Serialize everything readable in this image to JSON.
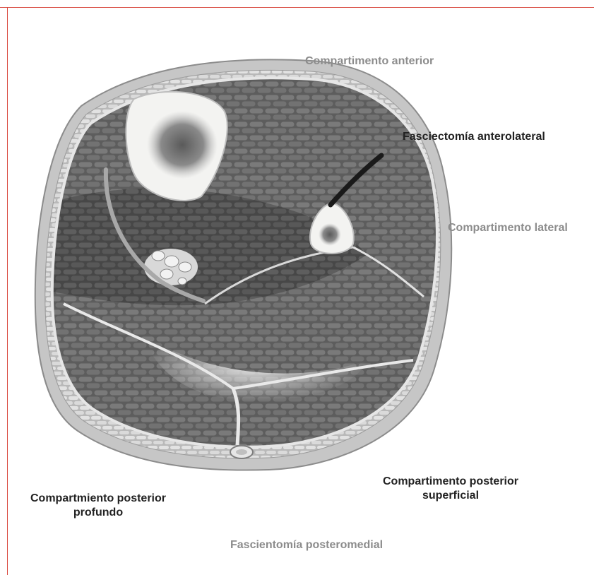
{
  "labels": {
    "anterior": "Compartimento anterior",
    "anterolateral_fasciotomy": "Fasciectomía anterolateral",
    "lateral": "Compartimento lateral",
    "deep_posterior_line1": "Compartmiento posterior",
    "deep_posterior_line2": "profundo",
    "superficial_posterior_line1": "Compartimento posterior",
    "superficial_posterior_line2": "superficial",
    "posteromedial_fasciotomy": "Fascientomía posteromedial"
  },
  "colors": {
    "frame": "#d94a3f",
    "label_gray": "#8c8c8c",
    "label_dark": "#222222",
    "skin": "#c9c9c9",
    "fat": "#dcdcdc",
    "muscle": "#6f6f6f",
    "muscle_dark": "#4f4f4f",
    "bone": "#f4f4f2",
    "marrow": "#7a7a7a",
    "incision": "#1a1a1a"
  }
}
